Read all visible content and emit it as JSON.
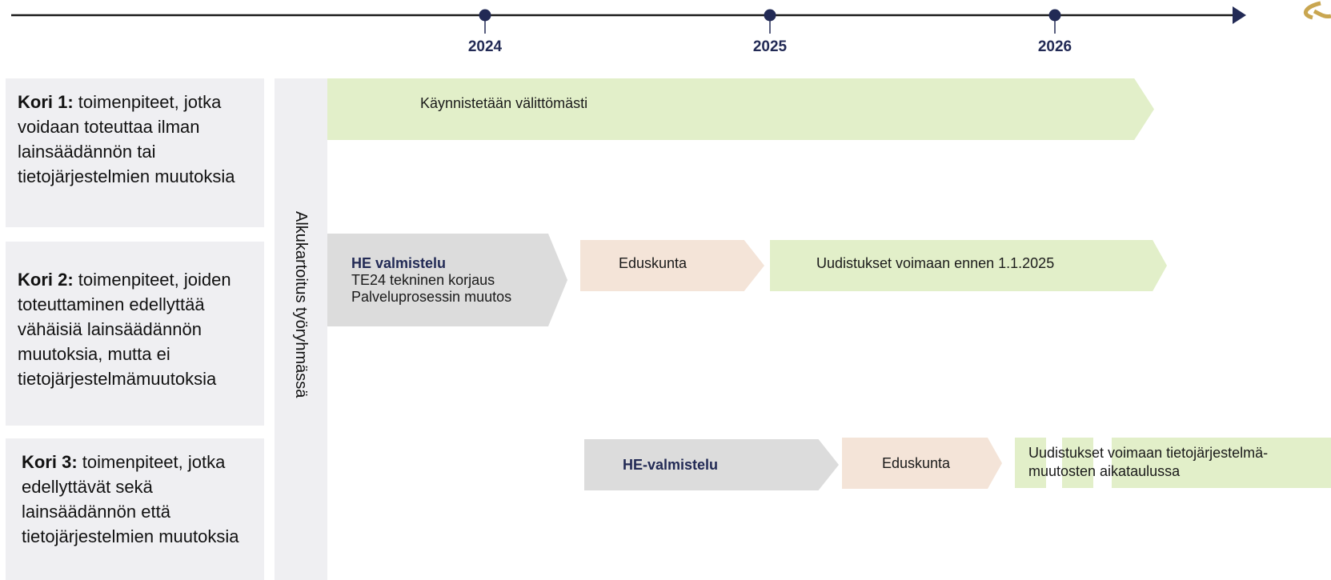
{
  "timeline": {
    "years": [
      "2024",
      "2025",
      "2026"
    ],
    "line_color": "#1a1a1a",
    "dot_color": "#222a55"
  },
  "kori": [
    {
      "label": "Kori 1:",
      "text": " toimenpiteet, jotka voidaan toteuttaa ilman lainsäädännön tai tietojärjestelmien muutoksia"
    },
    {
      "label": "Kori 2:",
      "text": " toimenpiteet, joiden toteuttaminen edellyttää vähäisiä lainsäädännön muutoksia, mutta ei tietojärjestelmämuutoksia"
    },
    {
      "label": "Kori 3:",
      "text": " toimenpiteet, jotka edellyttävät sekä lainsäädännön että tietojärjestelmien muutoksia"
    }
  ],
  "alkukartoitus": "Alkukartoitus työryhmässä",
  "row1": {
    "phase1": "Käynnistetään välittömästi"
  },
  "row2": {
    "he_title": "HE valmistelu",
    "he_line2": "TE24 tekninen korjaus",
    "he_line3": "Palveluprosessin muutos",
    "eduskunta": "Eduskunta",
    "uudistukset": "Uudistukset voimaan ennen 1.1.2025"
  },
  "row3": {
    "he": "HE-valmistelu",
    "eduskunta": "Eduskunta",
    "uudistukset_line1": "Uudistukset voimaan tietojärjestelmä-",
    "uudistukset_line2": "muutosten aikataulussa"
  },
  "colors": {
    "green": "#e2efc9",
    "peach": "#f4e4d8",
    "grey": "#dcdcdc",
    "panel": "#efeff2",
    "accent": "#222a55"
  }
}
